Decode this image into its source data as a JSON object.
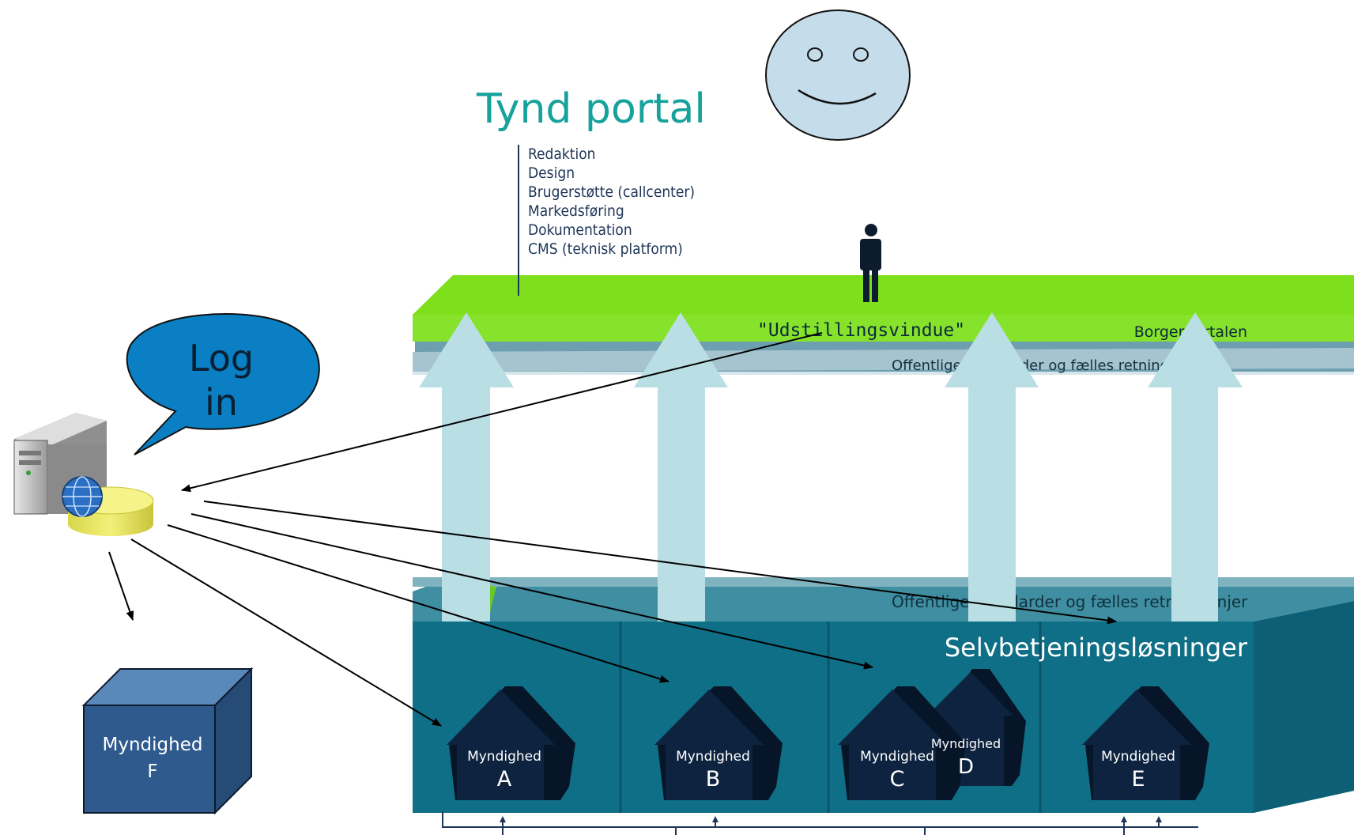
{
  "title": "Tynd portal",
  "responsibilities": [
    "Redaktion",
    "Design",
    "Brugerstøtte (callcenter)",
    "Markedsføring",
    "Dokumentation",
    "CMS (teknisk platform)"
  ],
  "bubble": {
    "line1": "Log",
    "line2": "in"
  },
  "top_platform": {
    "center_label": "\"Udstillingsvindue\"",
    "right_label": "Borgerportalen"
  },
  "standards_label": "Offentlige standarder og fælles retningslinjer",
  "base_label": "Selvbetjeningsløsninger",
  "authorities": [
    {
      "label": "Myndighed",
      "letter": "A"
    },
    {
      "label": "Myndighed",
      "letter": "B"
    },
    {
      "label": "Myndighed",
      "letter": "C"
    },
    {
      "label": "Myndighed",
      "letter": "D"
    },
    {
      "label": "Myndighed",
      "letter": "E"
    }
  ],
  "external_authority": {
    "label": "Myndighed",
    "letter": "F"
  },
  "colors": {
    "title": "#16a29c",
    "green": "#7bdc1a",
    "teal": "#0f6b80",
    "arrow": "#b9dfe4",
    "house": "#0d2340",
    "cube_front": "#2e5a8e",
    "bubble": "#0a7fc4",
    "face": "#c5dcea"
  }
}
